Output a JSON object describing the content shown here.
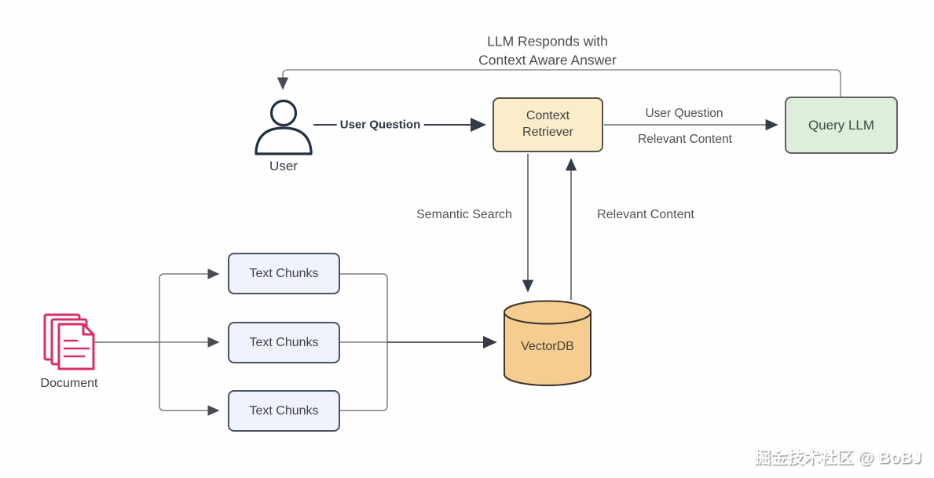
{
  "title": {
    "line1": "LLM Responds with",
    "line2": "Context Aware Answer"
  },
  "nodes": {
    "user": {
      "label": "User"
    },
    "context_retriever": {
      "line1": "Context",
      "line2": "Retriever"
    },
    "query_llm": {
      "label": "Query LLM"
    },
    "vectordb": {
      "label": "VectorDB"
    },
    "document": {
      "label": "Document"
    },
    "text_chunks": [
      {
        "label": "Text Chunks"
      },
      {
        "label": "Text Chunks"
      },
      {
        "label": "Text Chunks"
      }
    ]
  },
  "edges": {
    "user_to_retriever": "User Question",
    "retriever_to_llm_top": "User Question",
    "retriever_to_llm_bottom": "Relevant Content",
    "semantic_search": "Semantic Search",
    "vectordb_to_retriever": "Relevant Content"
  },
  "colors": {
    "context_retriever_fill": "#fcedca",
    "query_llm_fill": "#ddeeda",
    "text_chunks_fill": "#eef2fb",
    "vectordb_fill": "#f5cd90",
    "document_icon": "#d92e64",
    "connector_gray": "#7a7a7a",
    "arrow_dark": "#333c47"
  },
  "watermark": "掘金技术社区 @ BoBJ"
}
